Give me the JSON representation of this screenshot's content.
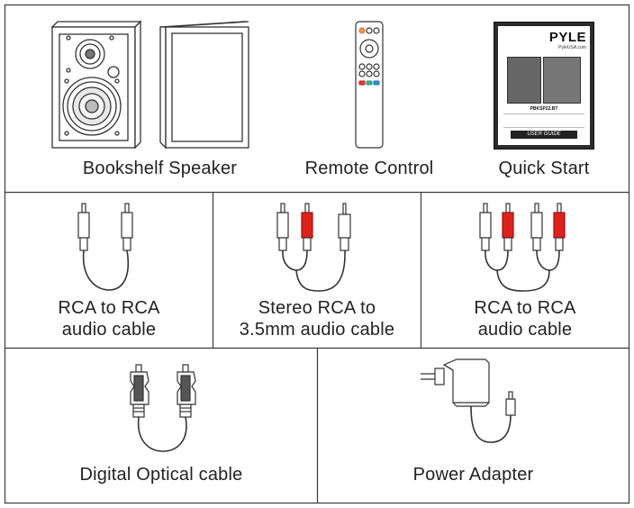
{
  "items": {
    "bookshelf_speaker": {
      "label": "Bookshelf Speaker"
    },
    "remote_control": {
      "label": "Remote Control"
    },
    "quick_start": {
      "label": "Quick Start",
      "brand": "PYLE",
      "brand_url": "PyleUSA.com",
      "model": "PBKSP22.BT",
      "guide_label": "USER GUIDE"
    },
    "rca_to_rca_1": {
      "line1": "RCA to RCA",
      "line2": "audio cable"
    },
    "stereo_rca": {
      "line1": "Stereo RCA to",
      "line2": "3.5mm audio cable"
    },
    "rca_to_rca_2": {
      "line1": "RCA to RCA",
      "line2": "audio cable"
    },
    "digital_optical": {
      "label": "Digital Optical cable"
    },
    "power_adapter": {
      "label": "Power Adapter"
    }
  },
  "colors": {
    "border": "#3a3a3a",
    "line": "#333333",
    "plug_red": "#e0201b",
    "guide_bg": "#2b2b2b"
  }
}
